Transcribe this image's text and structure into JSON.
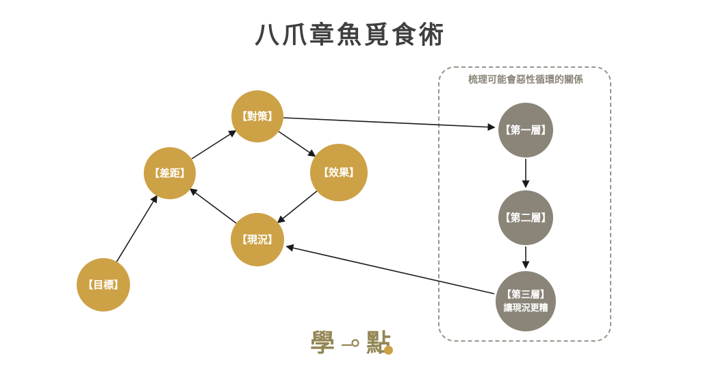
{
  "title": "八爪章魚覓食術",
  "cycle_nodes": {
    "goal": {
      "label": "【目標】"
    },
    "gap": {
      "label": "【差距】"
    },
    "strategy": {
      "label": "【對策】"
    },
    "effect": {
      "label": "【效果】"
    },
    "current": {
      "label": "【現況】"
    }
  },
  "loop_box": {
    "title": "梳理可能會惡性循環的關係",
    "layers": {
      "layer1": {
        "label": "【第一層】"
      },
      "layer2": {
        "label": "【第二層】"
      },
      "layer3": {
        "label": "【第三層】",
        "sublabel": "讓現況更糟"
      }
    }
  },
  "logo": {
    "left": "學",
    "right": "點"
  },
  "colors": {
    "gold_node": "#CDA145",
    "gray_node": "#8A8578",
    "arrow": "#1A1A1A",
    "box_border": "#98948A",
    "title_text": "#3F3F3F",
    "logo_text": "#938655",
    "logo_dot": "#CDA145"
  }
}
